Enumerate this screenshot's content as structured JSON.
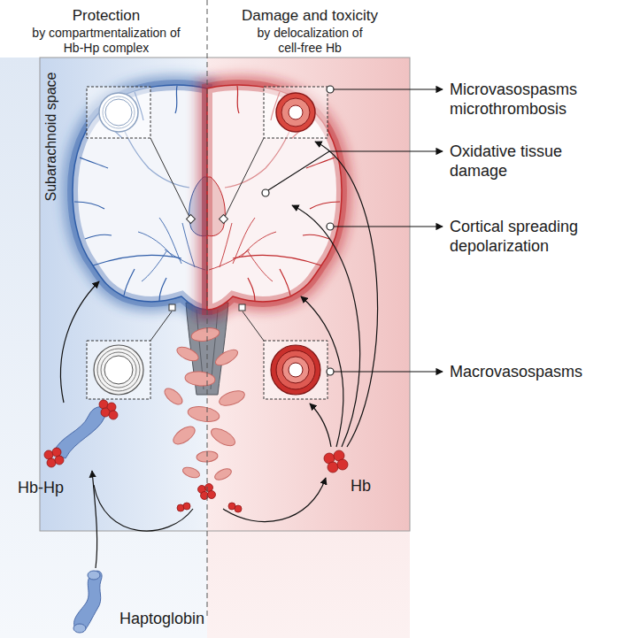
{
  "diagram": {
    "labels": [
      "Protection",
      "by compartmentalization of Hb-Hp complex",
      "Damage and toxicity",
      "by delocalization of cell-free Hb",
      "Subarachnoid space",
      "Microvasospasms microthrombosis",
      "Oxidative tissue damage",
      "Cortical spreading depolarization",
      "Macrovasospasms",
      "Hb-Hp",
      "Hb",
      "Haptoglobin"
    ]
  }
}
